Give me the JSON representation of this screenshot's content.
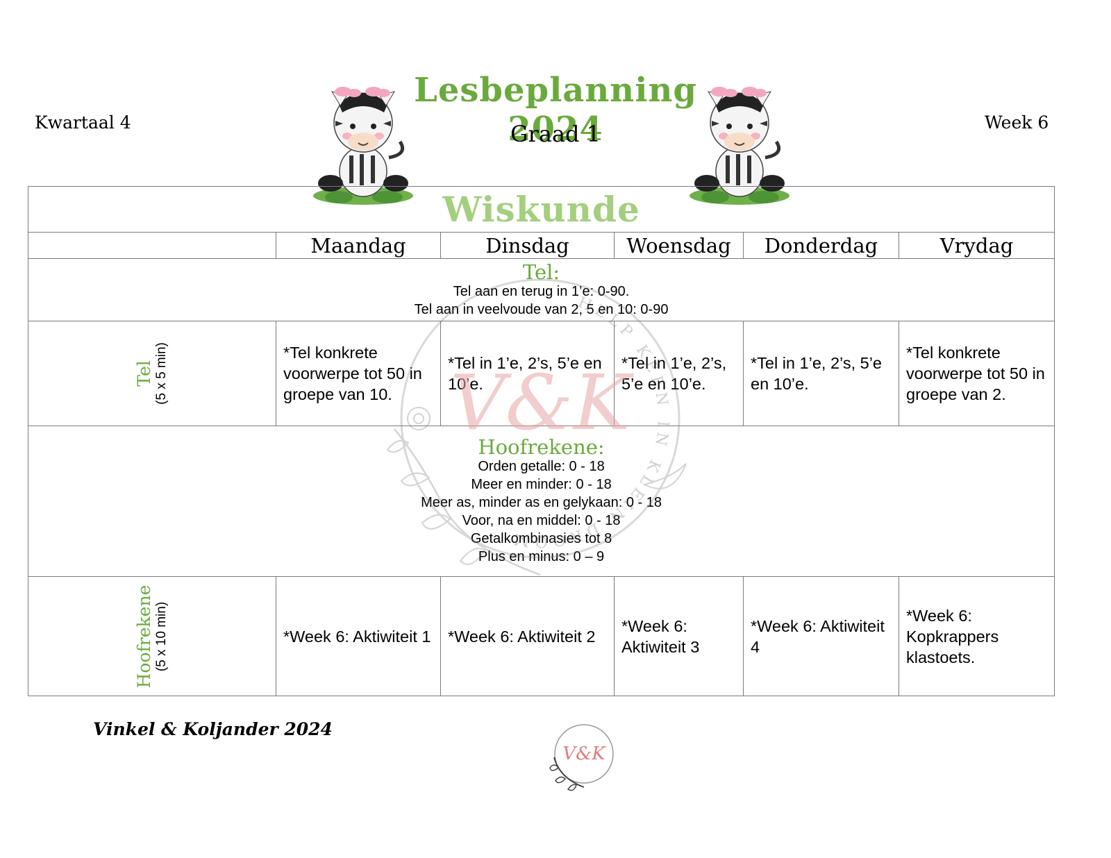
{
  "header": {
    "kwartaal": "Kwartaal 4",
    "week": "Week 6",
    "title": "Lesbeplanning 2024",
    "grade": "Graad 1"
  },
  "table": {
    "subject": "Wiskunde",
    "days": [
      "Maandag",
      "Dinsdag",
      "Woensdag",
      "Donderdag",
      "Vrydag"
    ],
    "tel_banner": {
      "title": "Tel:",
      "lines": [
        "Tel aan en terug in 1’e: 0-90.",
        "Tel aan in veelvoude van 2, 5 en 10: 0-90"
      ]
    },
    "tel_row": {
      "label": "Tel",
      "duration": "(5 x 5 min)",
      "cells": [
        "*Tel konkrete voorwerpe tot 50 in groepe van 10.",
        "*Tel in 1’e, 2’s, 5’e en 10’e.",
        "*Tel in 1’e, 2’s, 5’e en 10’e.",
        "*Tel in 1’e, 2’s, 5’e en 10’e.",
        "*Tel konkrete voorwerpe tot 50 in groepe van 2."
      ]
    },
    "hoof_banner": {
      "title": "Hoofrekene:",
      "lines": [
        "Orden getalle: 0 - 18",
        "Meer en minder: 0 - 18",
        "Meer as, minder as en gelykaan: 0 - 18",
        "Voor, na en middel: 0 - 18",
        "Getalkombinasies tot 8",
        "Plus en minus: 0 – 9"
      ]
    },
    "hoof_row": {
      "label": "Hoofrekene",
      "duration": "(5 x 10 min)",
      "cells": [
        "*Week 6: Aktiwiteit 1",
        "*Week 6: Aktiwiteit 2",
        "*Week 6: Aktiwiteit 3",
        "*Week 6: Aktiwiteit 4",
        "*Week 6: Kopkrappers klastoets."
      ]
    }
  },
  "footer": {
    "credit": "Vinkel & Koljander 2024"
  },
  "watermark": {
    "monogram": "V&K",
    "ring_text": "HELP KEEN IN KLEIN DROOM"
  },
  "colors": {
    "title_green": "#6aaa3c",
    "subject_green": "#a4cf7e",
    "monogram_pink": "#e8a5a5",
    "bow_pink": "#f4a6c0"
  }
}
